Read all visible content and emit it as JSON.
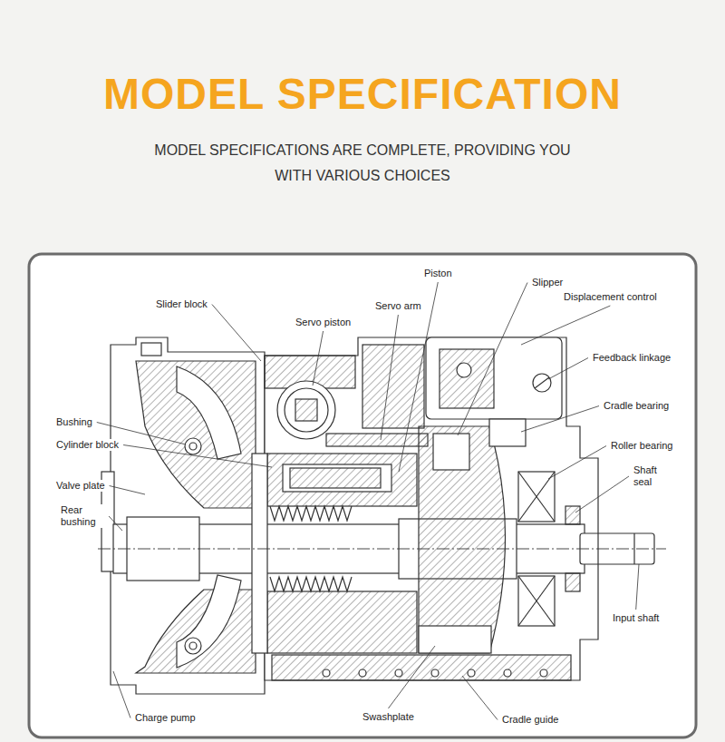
{
  "diagram": {
    "title": "MODEL SPECIFICATION",
    "caption": "MODEL SPECIFICATIONS ARE COMPLETE, PROVIDING YOU WITH VARIOUS CHOICES",
    "labels": [
      "Piston",
      "Slipper",
      "Displacement control",
      "Slider block",
      "Servo arm",
      "Servo piston",
      "Feedback linkage",
      "Cradle bearing",
      "Bushing",
      "Roller bearing",
      "Cylinder block",
      "Shaft seal",
      "Valve plate",
      "Rear bushing",
      "Input shaft",
      "Charge pump",
      "Swashplate",
      "Cradle guide"
    ]
  }
}
